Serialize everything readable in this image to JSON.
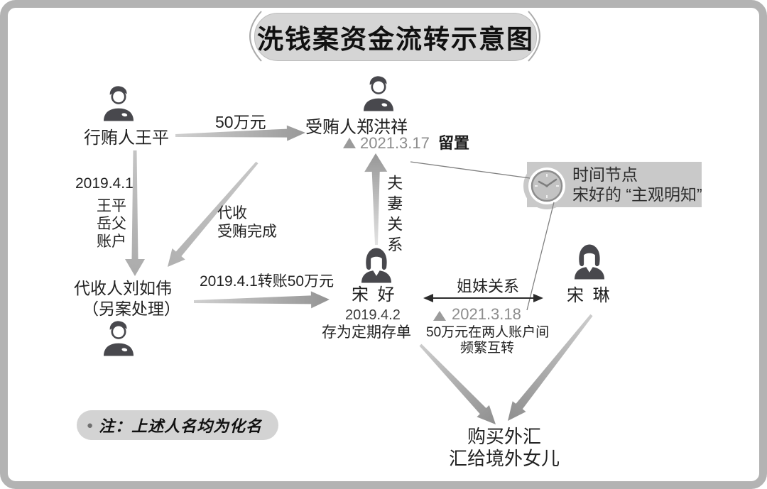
{
  "title": "洗钱案资金流转示意图",
  "people": {
    "briber": {
      "label": "行贿人王平"
    },
    "recipient": {
      "label": "受贿人郑洪祥",
      "event_date": "2021.3.17",
      "event": "留置"
    },
    "collector": {
      "label": "代收人刘如伟",
      "sublabel": "（另案处理）"
    },
    "song_hao": {
      "label": "宋 好",
      "date": "2019.4.2",
      "action": "存为定期存单"
    },
    "song_lin": {
      "label": "宋 琳"
    }
  },
  "flows": {
    "bribe_amount": "50万元",
    "account_date": "2019.4.1",
    "account_lines": [
      "王平",
      "岳父",
      "账户"
    ],
    "collect_lines": [
      "代收",
      "受贿完成"
    ],
    "transfer_label": "2019.4.1转账50万元",
    "couple_relation": "夫妻关系",
    "sister_relation": "姐妹关系",
    "sister_date": "2021.3.18",
    "sister_desc1": "50万元在两人账户间",
    "sister_desc2": "频繁互转",
    "destination1": "购买外汇",
    "destination2": "汇给境外女儿"
  },
  "callout": {
    "line1": "时间节点",
    "line2": "宋好的 “主观明知”"
  },
  "note": {
    "bullet": "●",
    "text": "注：上述人名均为化名"
  },
  "colors": {
    "frame": "#b3b3b3",
    "panel": "#c9c9c9",
    "muted_text": "#8d8d8d",
    "person": "#48484d",
    "arrow_dark": "#949494"
  }
}
